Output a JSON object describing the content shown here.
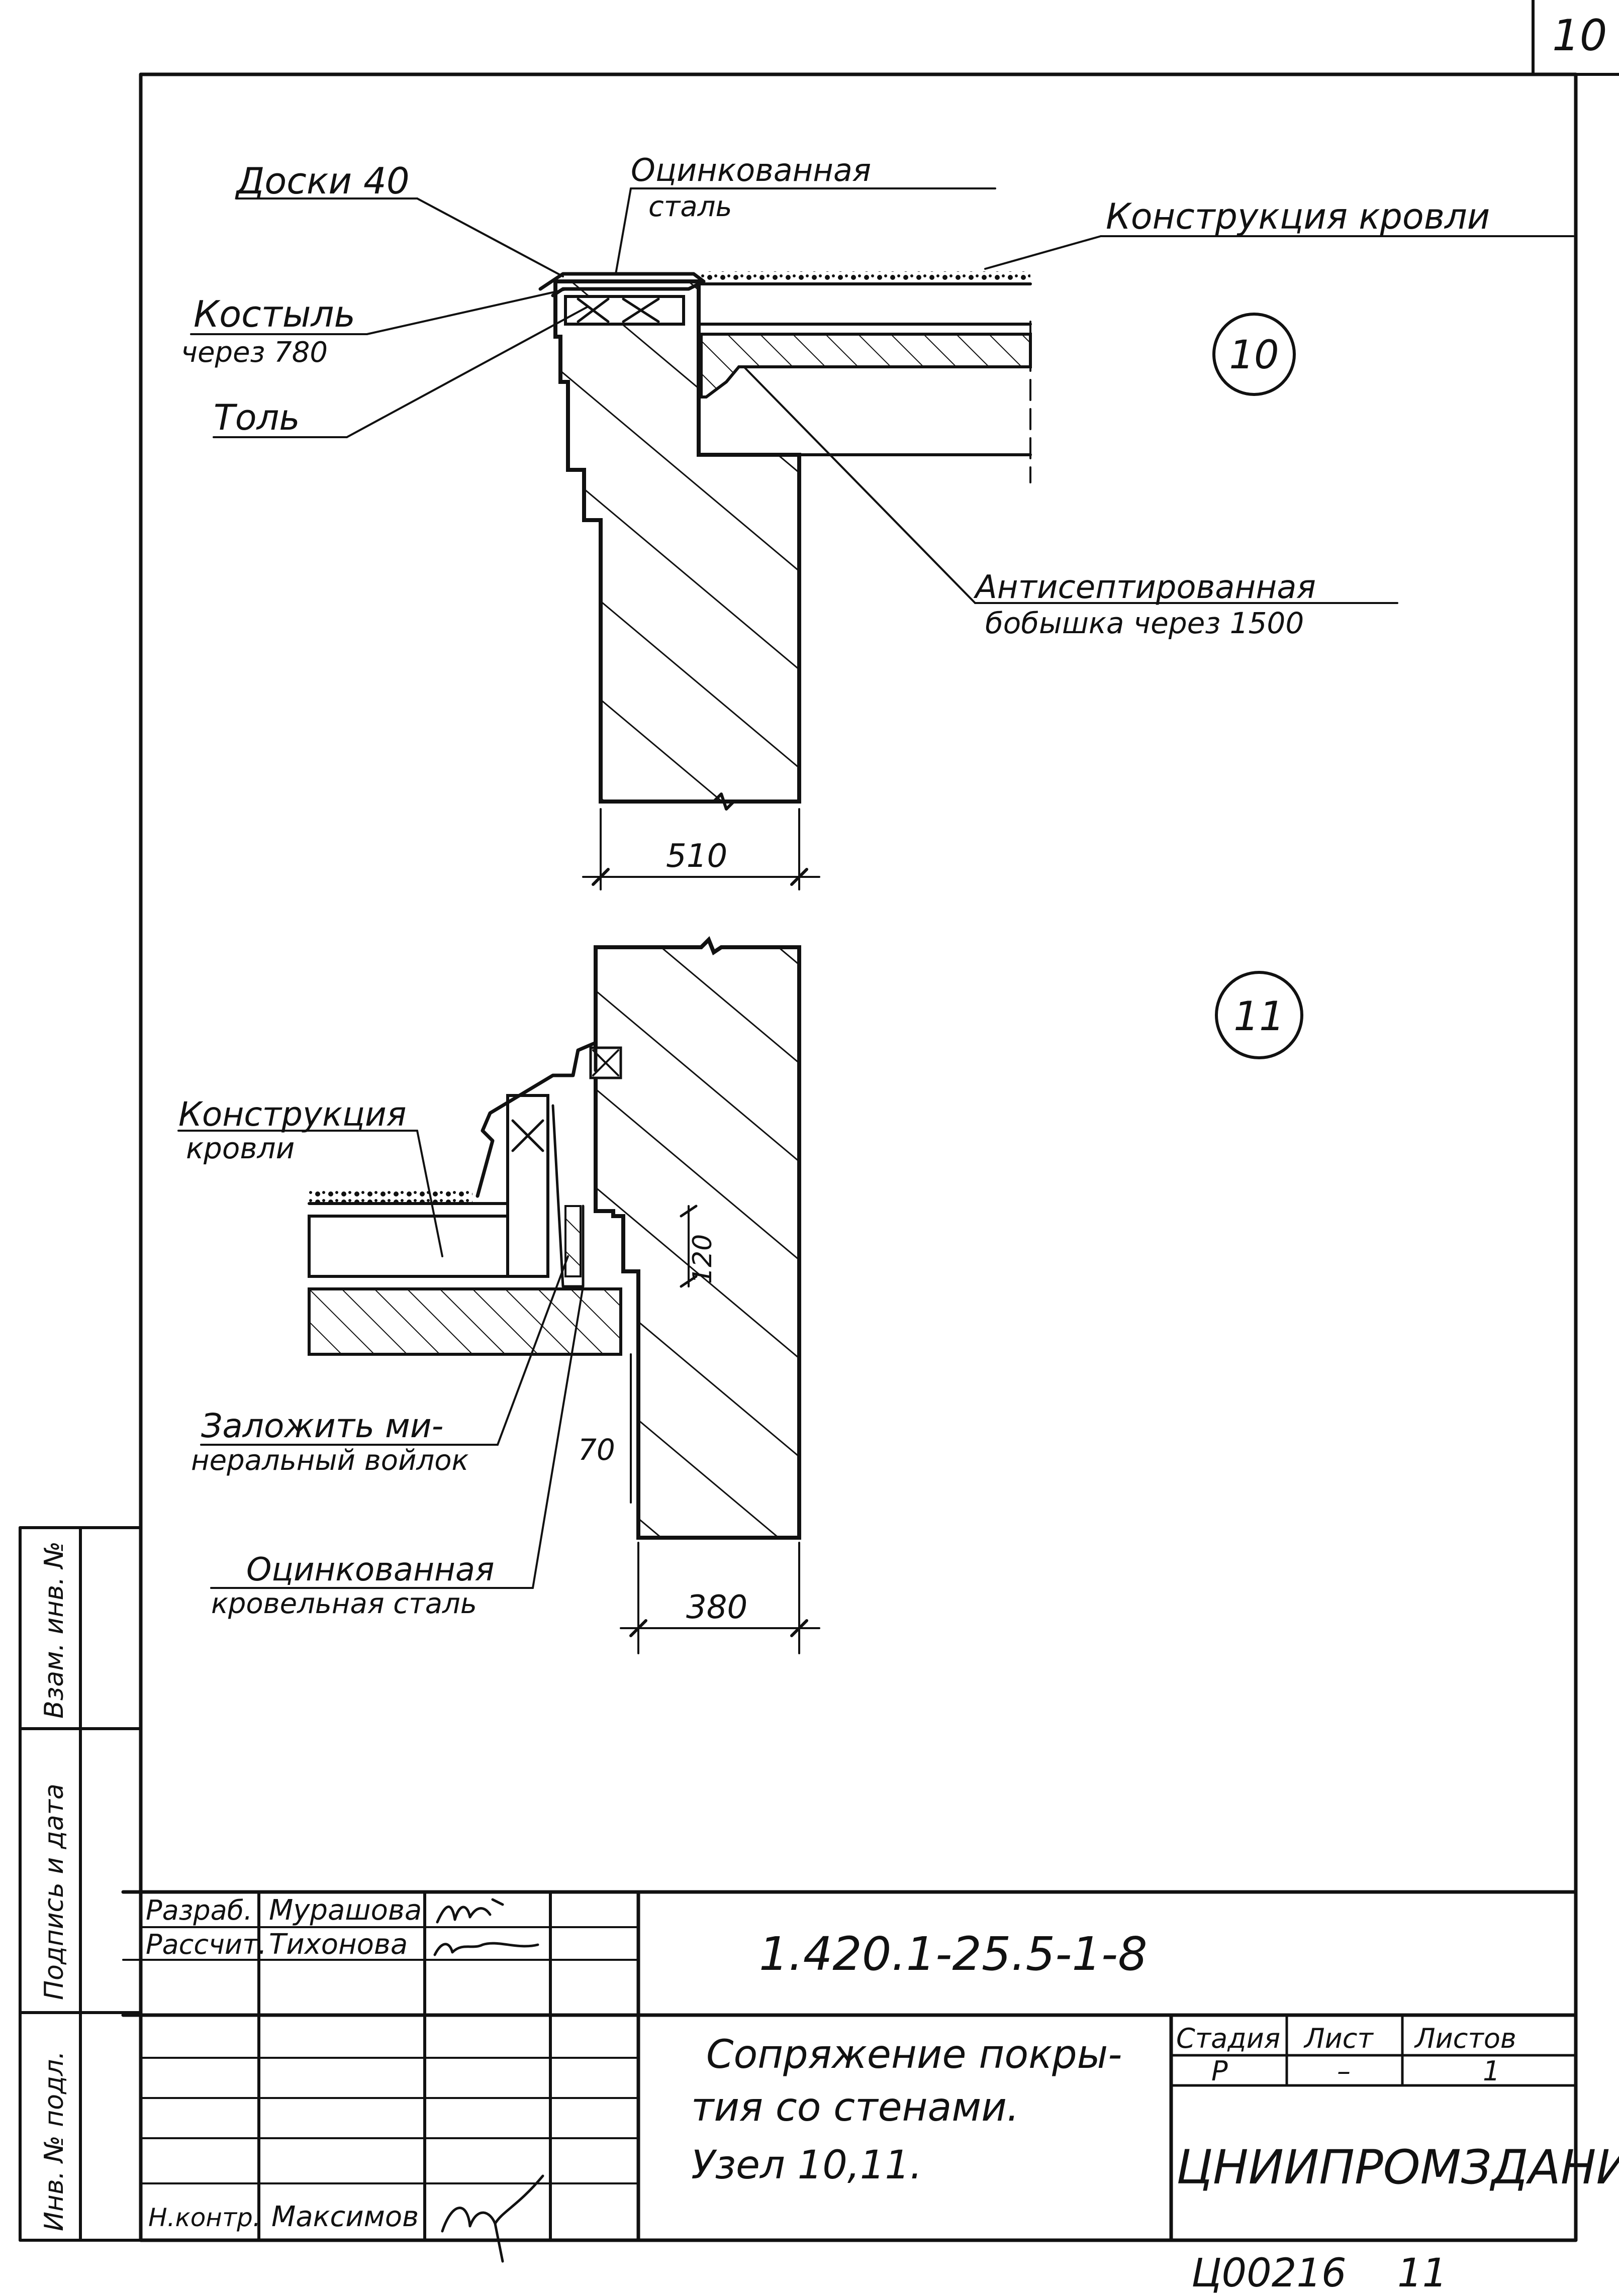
{
  "sheet": {
    "page_number": "10",
    "footer_code": "Ц00216",
    "footer_number": "11"
  },
  "node10": {
    "marker": "10",
    "labels": {
      "boards": "Доски 40",
      "galv_steel_1": "Оцинкованная",
      "galv_steel_2": "сталь",
      "roof_construction": "Конструкция кровли",
      "crutch_1": "Костыль",
      "crutch_2": "через 780",
      "tar_paper": "Толь",
      "antiseptic_1": "Антисептированная",
      "antiseptic_2": "бобышка через 1500"
    },
    "dimension": "510"
  },
  "node11": {
    "marker": "11",
    "labels": {
      "roof_construction_1": "Конструкция",
      "roof_construction_2": "кровли",
      "felt_1": "Заложить ми-",
      "felt_2": "неральный войлок",
      "galv_roof_steel_1": "Оцинкованная",
      "galv_roof_steel_2": "кровельная сталь"
    },
    "dim_120": "120",
    "dim_70": "70",
    "dimension": "380"
  },
  "side_stamp": {
    "col1": "Инв. № подл.",
    "col2": "Подпись и дата",
    "col3": "Взам. инв. №"
  },
  "title_block": {
    "rows": [
      {
        "role": "Разраб.",
        "name": "Мурашова"
      },
      {
        "role": "Рассчит.",
        "name": "Тихонова"
      },
      {
        "role": "",
        "name": ""
      },
      {
        "role": "",
        "name": ""
      },
      {
        "role": "",
        "name": ""
      },
      {
        "role": "",
        "name": ""
      },
      {
        "role": "Н.контр.",
        "name": "Максимов"
      }
    ],
    "document_code": "1.420.1-25.5-1-8",
    "title_line1": "Сопряжение покры-",
    "title_line2": "тия со стенами.",
    "title_line3": "Узел 10,11.",
    "stage_header": "Стадия",
    "sheet_header": "Лист",
    "sheets_header": "Листов",
    "stage_value": "Р",
    "sheet_value": "–",
    "sheets_value": "1",
    "organization": "ЦНИИПРОМЗДАНИЙ"
  }
}
